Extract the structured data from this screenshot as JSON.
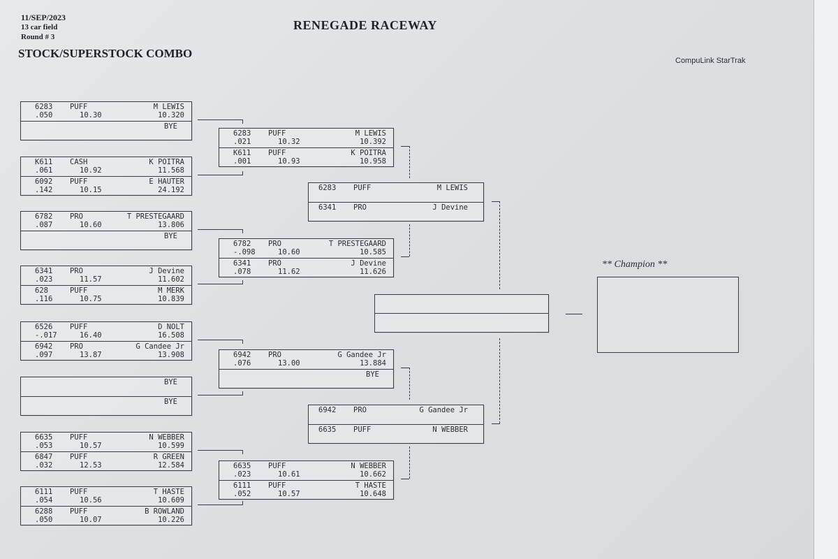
{
  "header": {
    "date": "11/SEP/2023",
    "field": "13 car field",
    "round": "Round # 3",
    "track": "RENEGADE RACEWAY",
    "class_name": "STOCK/SUPERSTOCK COMBO",
    "software": "CompuLink StarTrak"
  },
  "champion_label": "** Champion **",
  "round1": [
    {
      "top": {
        "car": "6283",
        "cls": "PUFF",
        "driver": "M LEWIS",
        "rt": ".050",
        "et": "10.30",
        "dial": "10.320"
      },
      "bottom_bye": "BYE"
    },
    {
      "top": {
        "car": "K611",
        "cls": "CASH",
        "driver": "K POITRA",
        "rt": ".061",
        "et": "10.92",
        "dial": "11.568"
      },
      "bottom": {
        "car": "6092",
        "cls": "PUFF",
        "driver": "E HAUTER",
        "rt": ".142",
        "et": "10.15",
        "dial": "24.192"
      }
    },
    {
      "top": {
        "car": "6782",
        "cls": "PRO",
        "driver": "T PRESTEGAARD",
        "rt": ".087",
        "et": "10.60",
        "dial": "13.806"
      },
      "bottom_bye": "BYE"
    },
    {
      "top": {
        "car": "6341",
        "cls": "PRO",
        "driver": "J Devine",
        "rt": ".023",
        "et": "11.57",
        "dial": "11.602"
      },
      "bottom": {
        "car": "628",
        "cls": "PUFF",
        "driver": "M MERK",
        "rt": ".116",
        "et": "10.75",
        "dial": "10.839"
      }
    },
    {
      "top": {
        "car": "6526",
        "cls": "PUFF",
        "driver": "D NOLT",
        "rt": "-.017",
        "et": "16.40",
        "dial": "16.508"
      },
      "bottom": {
        "car": "6942",
        "cls": "PRO",
        "driver": "G Candee Jr",
        "rt": ".097",
        "et": "13.87",
        "dial": "13.908"
      }
    },
    {
      "top_bye": "BYE",
      "bottom_bye": "BYE"
    },
    {
      "top": {
        "car": "6635",
        "cls": "PUFF",
        "driver": "N WEBBER",
        "rt": ".053",
        "et": "10.57",
        "dial": "10.599"
      },
      "bottom": {
        "car": "6847",
        "cls": "PUFF",
        "driver": "R GREEN",
        "rt": ".032",
        "et": "12.53",
        "dial": "12.584"
      }
    },
    {
      "top": {
        "car": "6111",
        "cls": "PUFF",
        "driver": "T HASTE",
        "rt": ".054",
        "et": "10.56",
        "dial": "10.609"
      },
      "bottom": {
        "car": "6288",
        "cls": "PUFF",
        "driver": "B ROWLAND",
        "rt": ".050",
        "et": "10.07",
        "dial": "10.226"
      }
    }
  ],
  "round2": [
    {
      "top": {
        "car": "6283",
        "cls": "PUFF",
        "driver": "M LEWIS",
        "rt": ".021",
        "et": "10.32",
        "dial": "10.392"
      },
      "bottom": {
        "car": "K611",
        "cls": "PUFF",
        "driver": "K POITRA",
        "rt": ".001",
        "et": "10.93",
        "dial": "10.958"
      }
    },
    {
      "top": {
        "car": "6782",
        "cls": "PRO",
        "driver": "T PRESTEGAARD",
        "rt": "-.098",
        "et": "10.60",
        "dial": "10.585"
      },
      "bottom": {
        "car": "6341",
        "cls": "PRO",
        "driver": "J Devine",
        "rt": ".078",
        "et": "11.62",
        "dial": "11.626"
      }
    },
    {
      "top": {
        "car": "6942",
        "cls": "PRO",
        "driver": "G Gandee Jr",
        "rt": ".076",
        "et": "13.00",
        "dial": "13.884"
      },
      "bottom_bye": "BYE"
    },
    {
      "top": {
        "car": "6635",
        "cls": "PUFF",
        "driver": "N WEBBER",
        "rt": ".023",
        "et": "10.61",
        "dial": "10.662"
      },
      "bottom": {
        "car": "6111",
        "cls": "PUFF",
        "driver": "T HASTE",
        "rt": ".052",
        "et": "10.57",
        "dial": "10.648"
      }
    }
  ],
  "round3": [
    {
      "top": {
        "car": "6283",
        "cls": "PUFF",
        "driver": "M LEWIS"
      },
      "bottom": {
        "car": "6341",
        "cls": "PRO",
        "driver": "J Devine"
      }
    },
    {
      "top": {
        "car": "6942",
        "cls": "PRO",
        "driver": "G Gandee Jr"
      },
      "bottom": {
        "car": "6635",
        "cls": "PUFF",
        "driver": "N WEBBER"
      }
    }
  ]
}
